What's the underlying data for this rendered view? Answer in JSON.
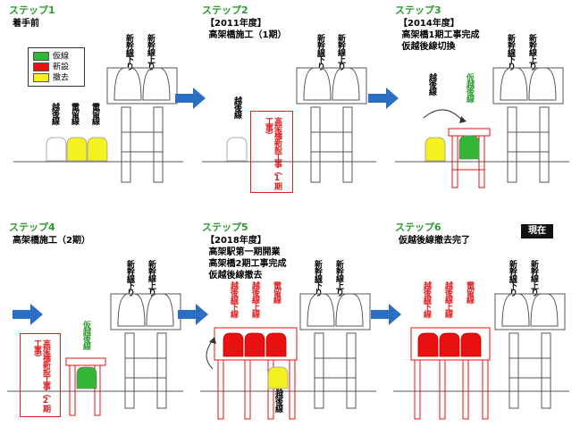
{
  "steps": [
    {
      "label": "ステップ1",
      "caption": "着手前"
    },
    {
      "label": "ステップ2",
      "caption": "【2011年度】\n 高架橋施工（1期）"
    },
    {
      "label": "ステップ3",
      "caption": "【2014年度】\n 高架橋1期工事完成\n 仮越後線切換"
    },
    {
      "label": "ステップ4",
      "caption": "高架橋施工（2期）"
    },
    {
      "label": "ステップ5",
      "caption": "【2018年度】\n 高架駅第一期開業\n 高架橋2期工事完成\n 仮越後線撤去"
    },
    {
      "label": "ステップ6",
      "caption": "仮越後線撤去完了"
    }
  ],
  "legend": [
    {
      "label": "仮線",
      "color": "#35b535"
    },
    {
      "label": "新設",
      "color": "#e81010"
    },
    {
      "label": "撤去",
      "color": "#f5f020"
    }
  ],
  "track_labels": {
    "shinkansen_down": "新幹線下り",
    "shinkansen_up": "新幹線上り",
    "echigo": "越後線",
    "densha_ryu": "電留線",
    "kari_echigo": "仮越後線",
    "echigo_down": "越後線下線",
    "echigo_up": "越後線上線",
    "koji1": "高架橋新設工事（1期工事）",
    "koji2": "高架橋新設工事（2期工事）"
  },
  "current_badge": "現在",
  "colors": {
    "step": "#2e9b2e",
    "red": "#e81010",
    "yellow": "#f5f020",
    "green": "#35b535",
    "arrow": "#2a6fc4"
  }
}
